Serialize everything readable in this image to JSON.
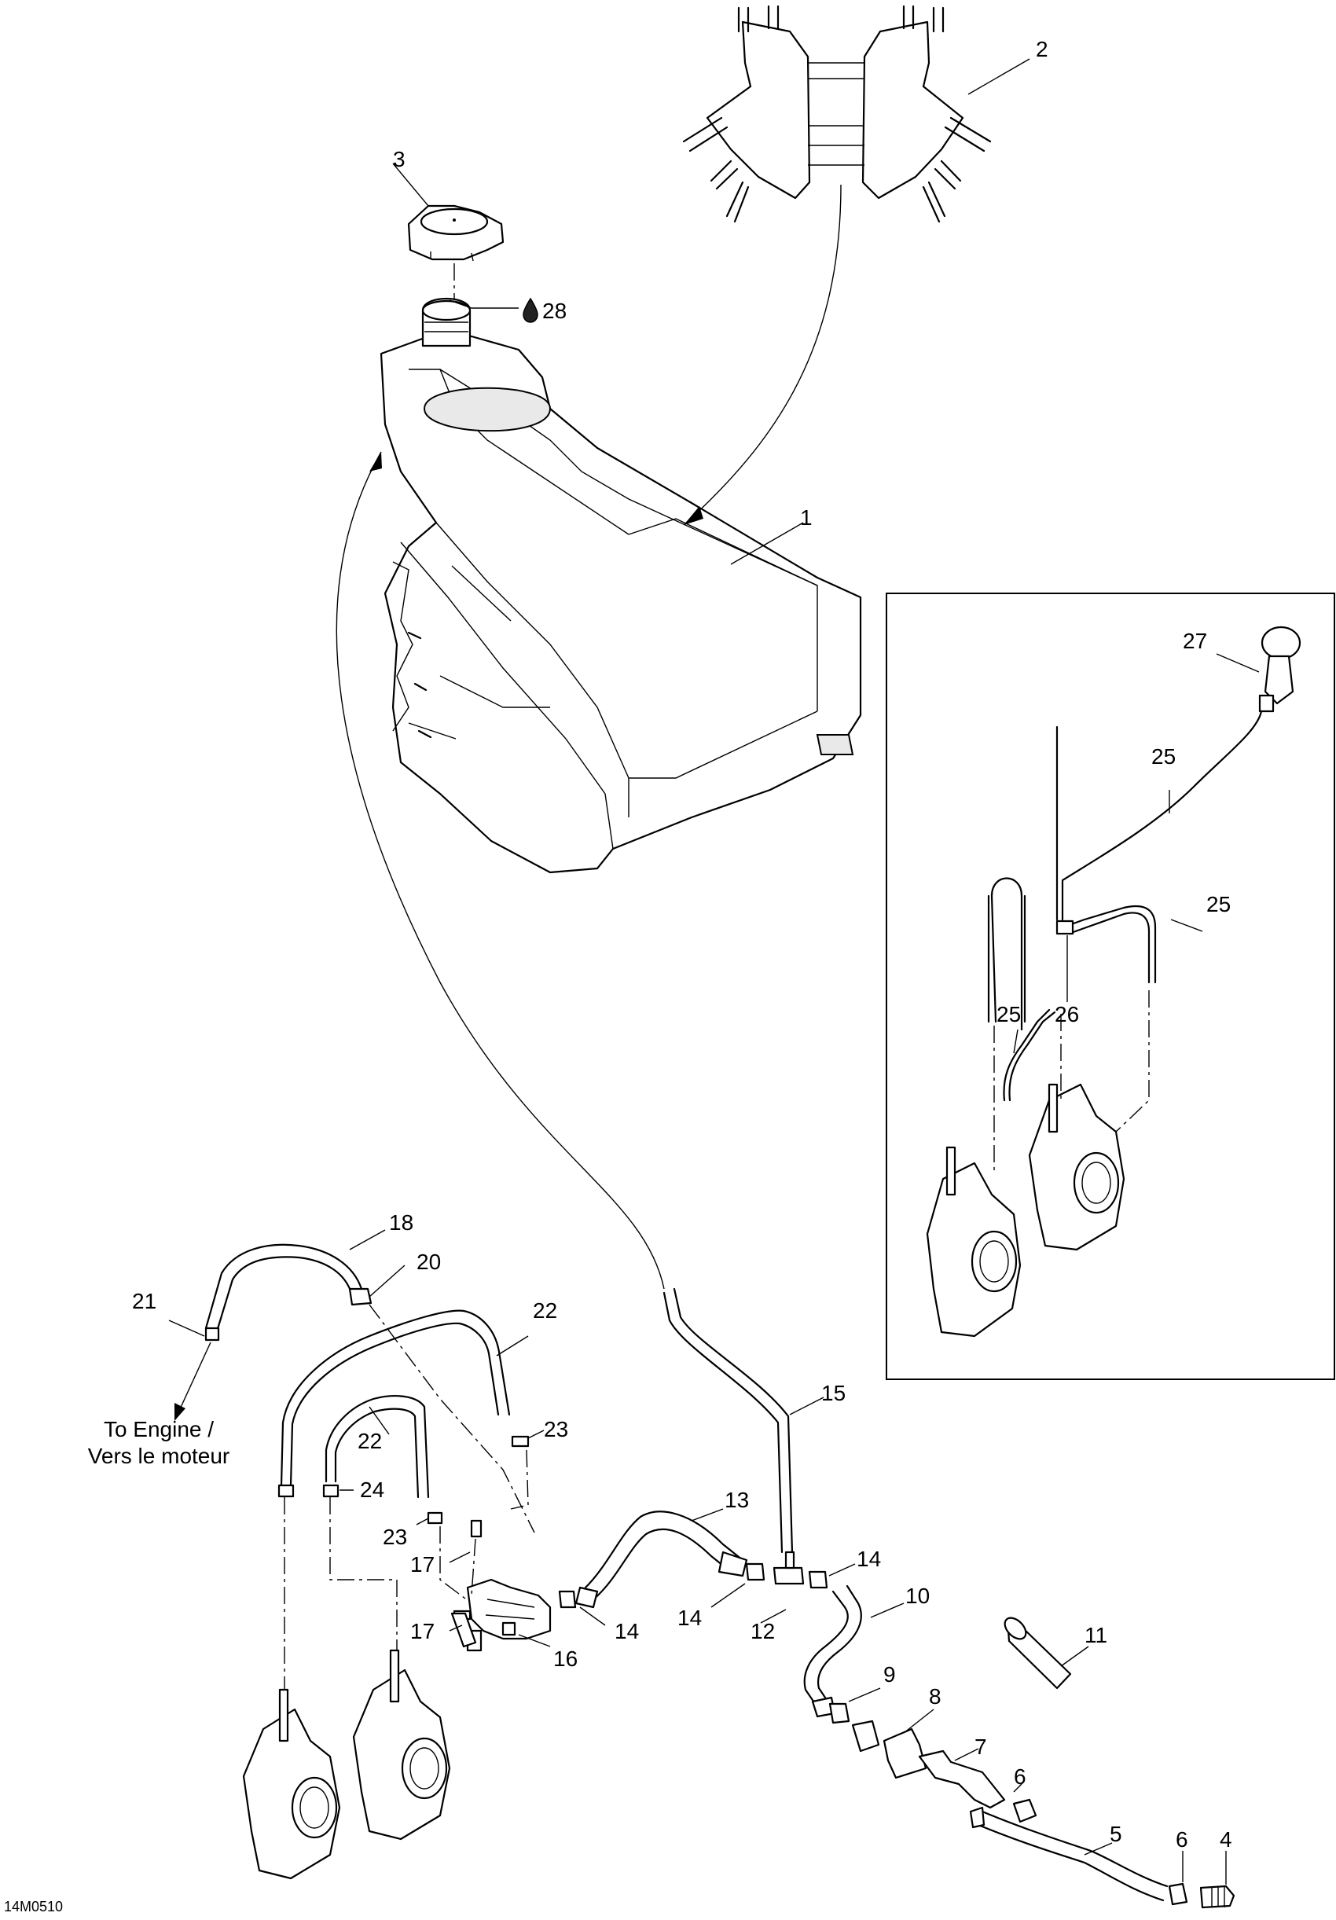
{
  "labels": {
    "l1": "1",
    "l2": "2",
    "l3": "3",
    "l4": "4",
    "l5": "5",
    "l6a": "6",
    "l6b": "6",
    "l7": "7",
    "l8": "8",
    "l9": "9",
    "l10": "10",
    "l11": "11",
    "l12": "12",
    "l13": "13",
    "l14a": "14",
    "l14b": "14",
    "l14c": "14",
    "l15": "15",
    "l16": "16",
    "l17a": "17",
    "l17b": "17",
    "l18": "18",
    "l20": "20",
    "l21": "21",
    "l22a": "22",
    "l22b": "22",
    "l23a": "23",
    "l23b": "23",
    "l24": "24",
    "l25a": "25",
    "l25b": "25",
    "l25c": "25",
    "l26": "26",
    "l27": "27",
    "l28": "28"
  },
  "note": {
    "line1": "To Engine /",
    "line2": "Vers le moteur"
  },
  "drawing_code": "14M0510",
  "icons": {
    "oil_drop": "oil-drop-icon"
  }
}
